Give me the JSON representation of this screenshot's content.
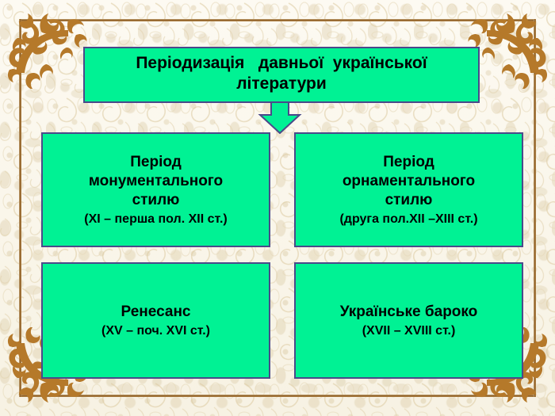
{
  "slide": {
    "background_color": "#faf6ea",
    "ornament_color": "#b5792a",
    "rule_color": "#8a5a22",
    "box_fill": "#00f294",
    "box_border": "#4a4a8a",
    "text_color": "#000000"
  },
  "title": {
    "line1": "Періодизація   давньої  української",
    "line2": "літератури"
  },
  "periods": [
    {
      "id": "monumental",
      "name_line1": "Період",
      "name_line2": "монументального",
      "name_line3": "стилю",
      "dates": "(XI – перша пол. XII ст.)"
    },
    {
      "id": "ornamental",
      "name_line1": "Період",
      "name_line2": "орнаментального",
      "name_line3": "стилю",
      "dates": "(друга пол.XII –XIII ст.)"
    },
    {
      "id": "renaissance",
      "name_line1": "Ренесанс",
      "dates": "(XV – поч. XVI ст.)"
    },
    {
      "id": "baroque",
      "name_line1": "Українське бароко",
      "dates": "(XVII – XVIII ст.)"
    }
  ],
  "icons": {
    "connector": "down-arrow-icon",
    "corner": "floral-corner-ornament-icon"
  }
}
